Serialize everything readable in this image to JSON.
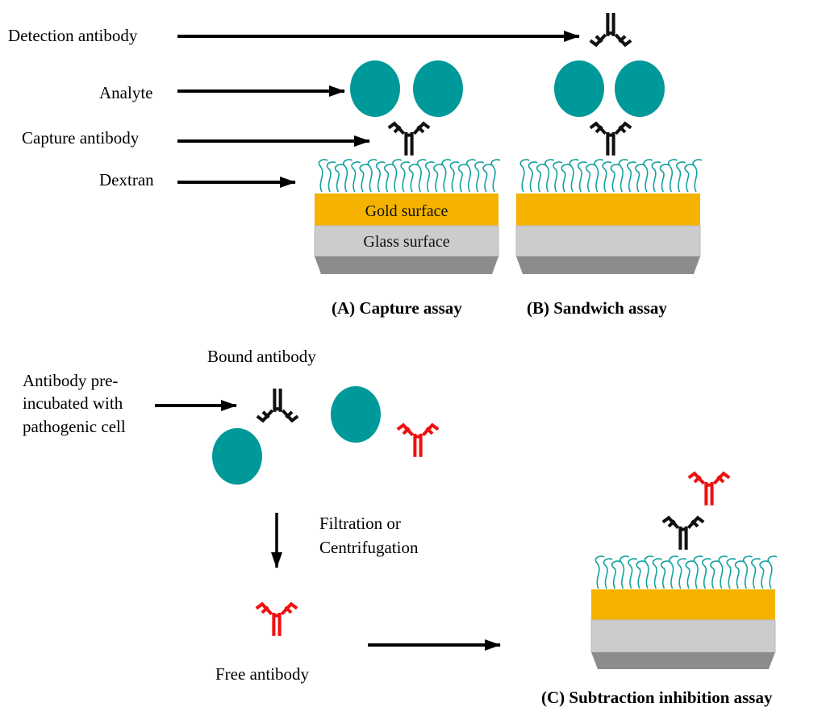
{
  "labels": {
    "detection_antibody": "Detection antibody",
    "analyte": "Analyte",
    "capture_antibody": "Capture antibody",
    "dextran": "Dextran",
    "bound_antibody": "Bound antibody",
    "preincubated_line1": "Antibody pre-",
    "preincubated_line2": "incubated with",
    "preincubated_line3": "pathogenic cell",
    "filtration_line1": "Filtration or",
    "filtration_line2": "Centrifugation",
    "free_antibody": "Free antibody"
  },
  "surfaces": {
    "gold": "Gold surface",
    "glass": "Glass surface"
  },
  "captions": {
    "a": "(A) Capture assay",
    "b": "(B) Sandwich assay",
    "c": "(C) Subtraction inhibition assay"
  },
  "colors": {
    "analyte": "#009999",
    "dextran": "#13a1a1",
    "gold": "#f5b300",
    "glass": "#cccccc",
    "glass_base": "#8c8c8c",
    "antibody_primary": "#111111",
    "antibody_free": "#ee1111"
  }
}
